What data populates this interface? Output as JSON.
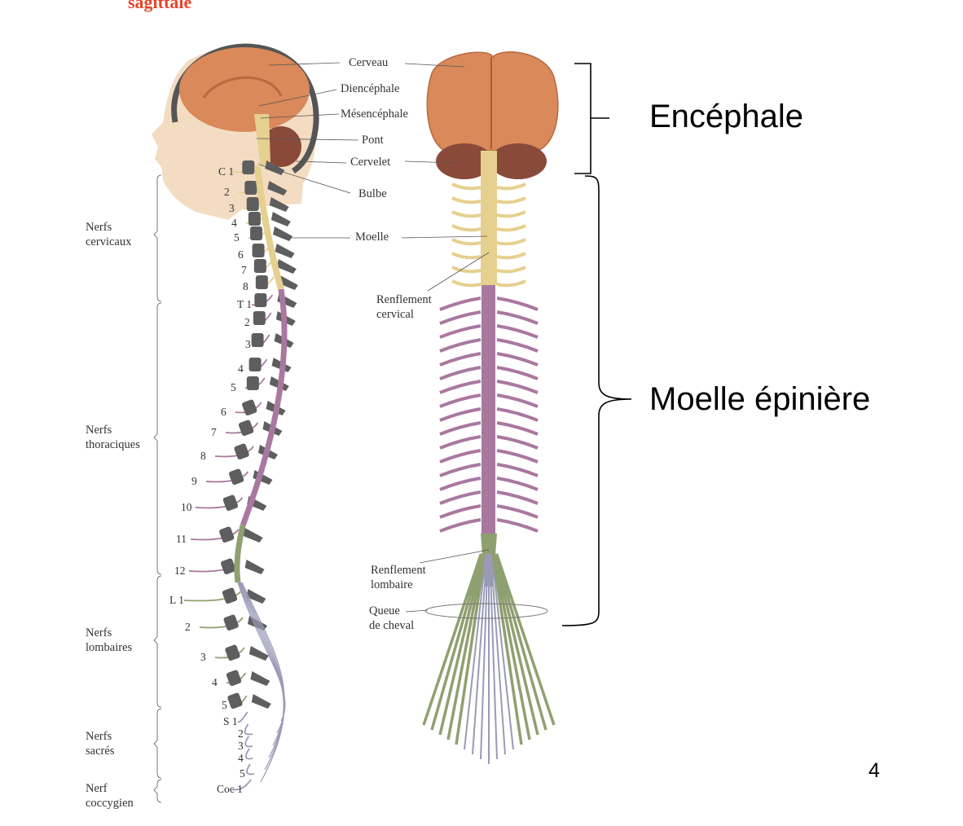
{
  "title_fragment": "sagittale",
  "labels": {
    "cerveau": "Cerveau",
    "diencephale": "Diencéphale",
    "mesencephale": "Mésencéphale",
    "pont": "Pont",
    "cervelet": "Cervelet",
    "bulbe": "Bulbe",
    "moelle": "Moelle",
    "renflement_cervical": [
      "Renflement",
      "cervical"
    ],
    "renflement_lombaire": [
      "Renflement",
      "lombaire"
    ],
    "queue_de_cheval": [
      "Queue",
      "de cheval"
    ]
  },
  "nerve_groups": [
    {
      "line1": "Nerfs",
      "line2": "cervicaux"
    },
    {
      "line1": "Nerfs",
      "line2": "thoraciques"
    },
    {
      "line1": "Nerfs",
      "line2": "lombaires"
    },
    {
      "line1": "Nerfs",
      "line2": "sacrés"
    },
    {
      "line1": "Nerf",
      "line2": "coccygien"
    }
  ],
  "nerve_numbers": [
    "C 1",
    "2",
    "3",
    "4",
    "5",
    "6",
    "7",
    "8",
    "T 1",
    "2",
    "3",
    "4",
    "5",
    "6",
    "7",
    "8",
    "9",
    "10",
    "11",
    "12",
    "L 1",
    "2",
    "3",
    "4",
    "5",
    "S 1",
    "2",
    "3",
    "4",
    "5",
    "Coc 1"
  ],
  "regions": {
    "encephale": "Encéphale",
    "moelle_epiniere": "Moelle épinière"
  },
  "page_number": "4",
  "colors": {
    "title": "#e8442a",
    "brain": "#d9895a",
    "cervical": "#e6d08f",
    "thoracic": "#a9789f",
    "lumbar": "#8fa070",
    "sacral": "#9a9ab8",
    "bone": "#5e5e5e"
  }
}
